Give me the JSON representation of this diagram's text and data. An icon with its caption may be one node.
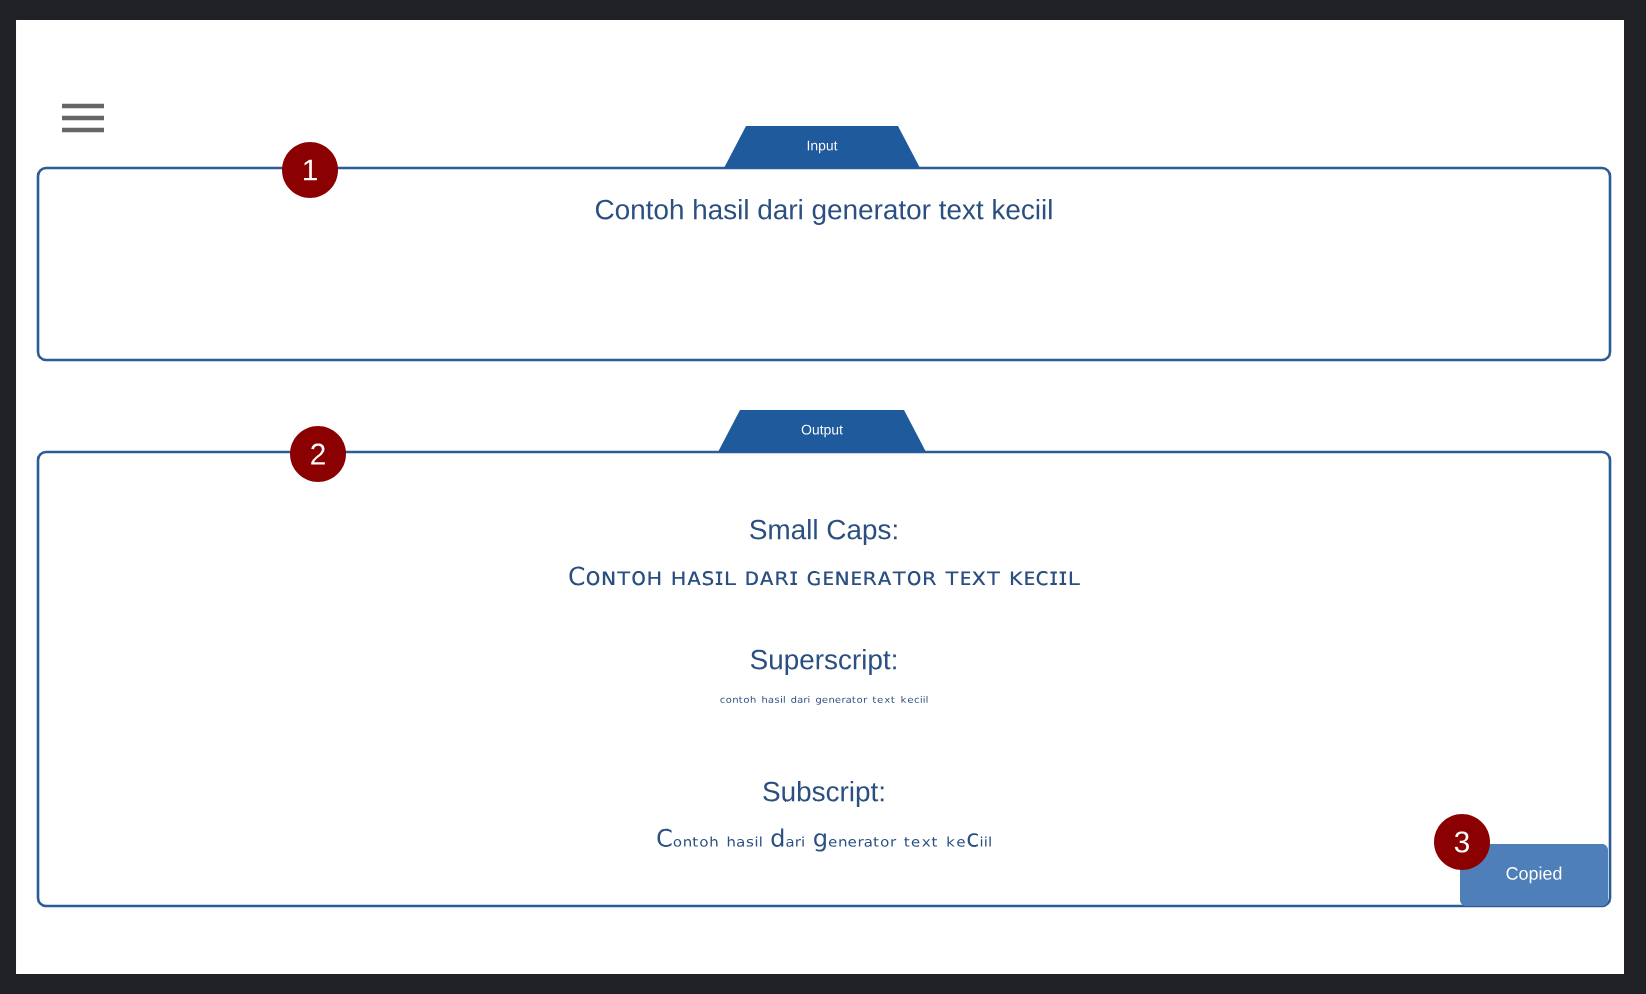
{
  "diagram": {
    "nodes": [
      {
        "text": [
          "Input",
          "Contoh hasil dari generator text keciil"
        ]
      },
      {
        "text": [
          "Output",
          "Small Caps:",
          "Cᴏɴᴛᴏʜ ʜᴀsɪʟ ᴅᴀʀɪ ɢᴇɴᴇʀᴀᴛᴏʀ ᴛᴇxᴛ ᴋᴇᴄɪɪʟ",
          "Superscript:",
          "ᶜᵒⁿᵗᵒʰ ʰᵃˢⁱˡ ᵈᵃʳⁱ ᵍᵉⁿᵉʳᵃᵗᵒʳ ᵗᵉˣᵗ ᵏᵉᶜⁱⁱˡ",
          "Subscript:",
          "Cₒₙₜₒₕ ₕₐₛᵢₗ dₐᵣᵢ gₑₙₑᵣₐₜₒᵣ ₜₑₓₜ ₖₑcᵢᵢₗ"
        ]
      }
    ],
    "labels": [
      "1",
      "2",
      "3",
      "Copied"
    ]
  }
}
